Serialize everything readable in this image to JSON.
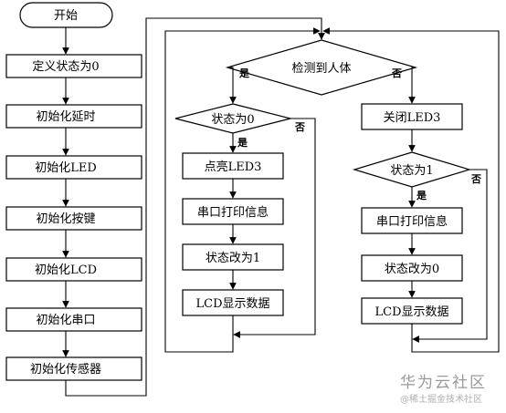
{
  "flowchart": {
    "start": "开始",
    "init_steps": [
      "定义状态为0",
      "初始化延时",
      "初始化LED",
      "初始化按键",
      "初始化LCD",
      "初始化串口",
      "初始化传感器"
    ],
    "detect_decision": "检测到人体",
    "left_branch": {
      "decision": "状态为0",
      "steps": [
        "点亮LED3",
        "串口打印信息",
        "状态改为1",
        "LCD显示数据"
      ]
    },
    "right_branch": {
      "first_step": "关闭LED3",
      "decision": "状态为1",
      "steps": [
        "串口打印信息",
        "状态改为0",
        "LCD显示数据"
      ]
    },
    "edge_labels": {
      "yes": "是",
      "no": "否"
    }
  },
  "watermark": {
    "brand": "华为云社区",
    "caption": "@稀土掘金技术社区"
  }
}
